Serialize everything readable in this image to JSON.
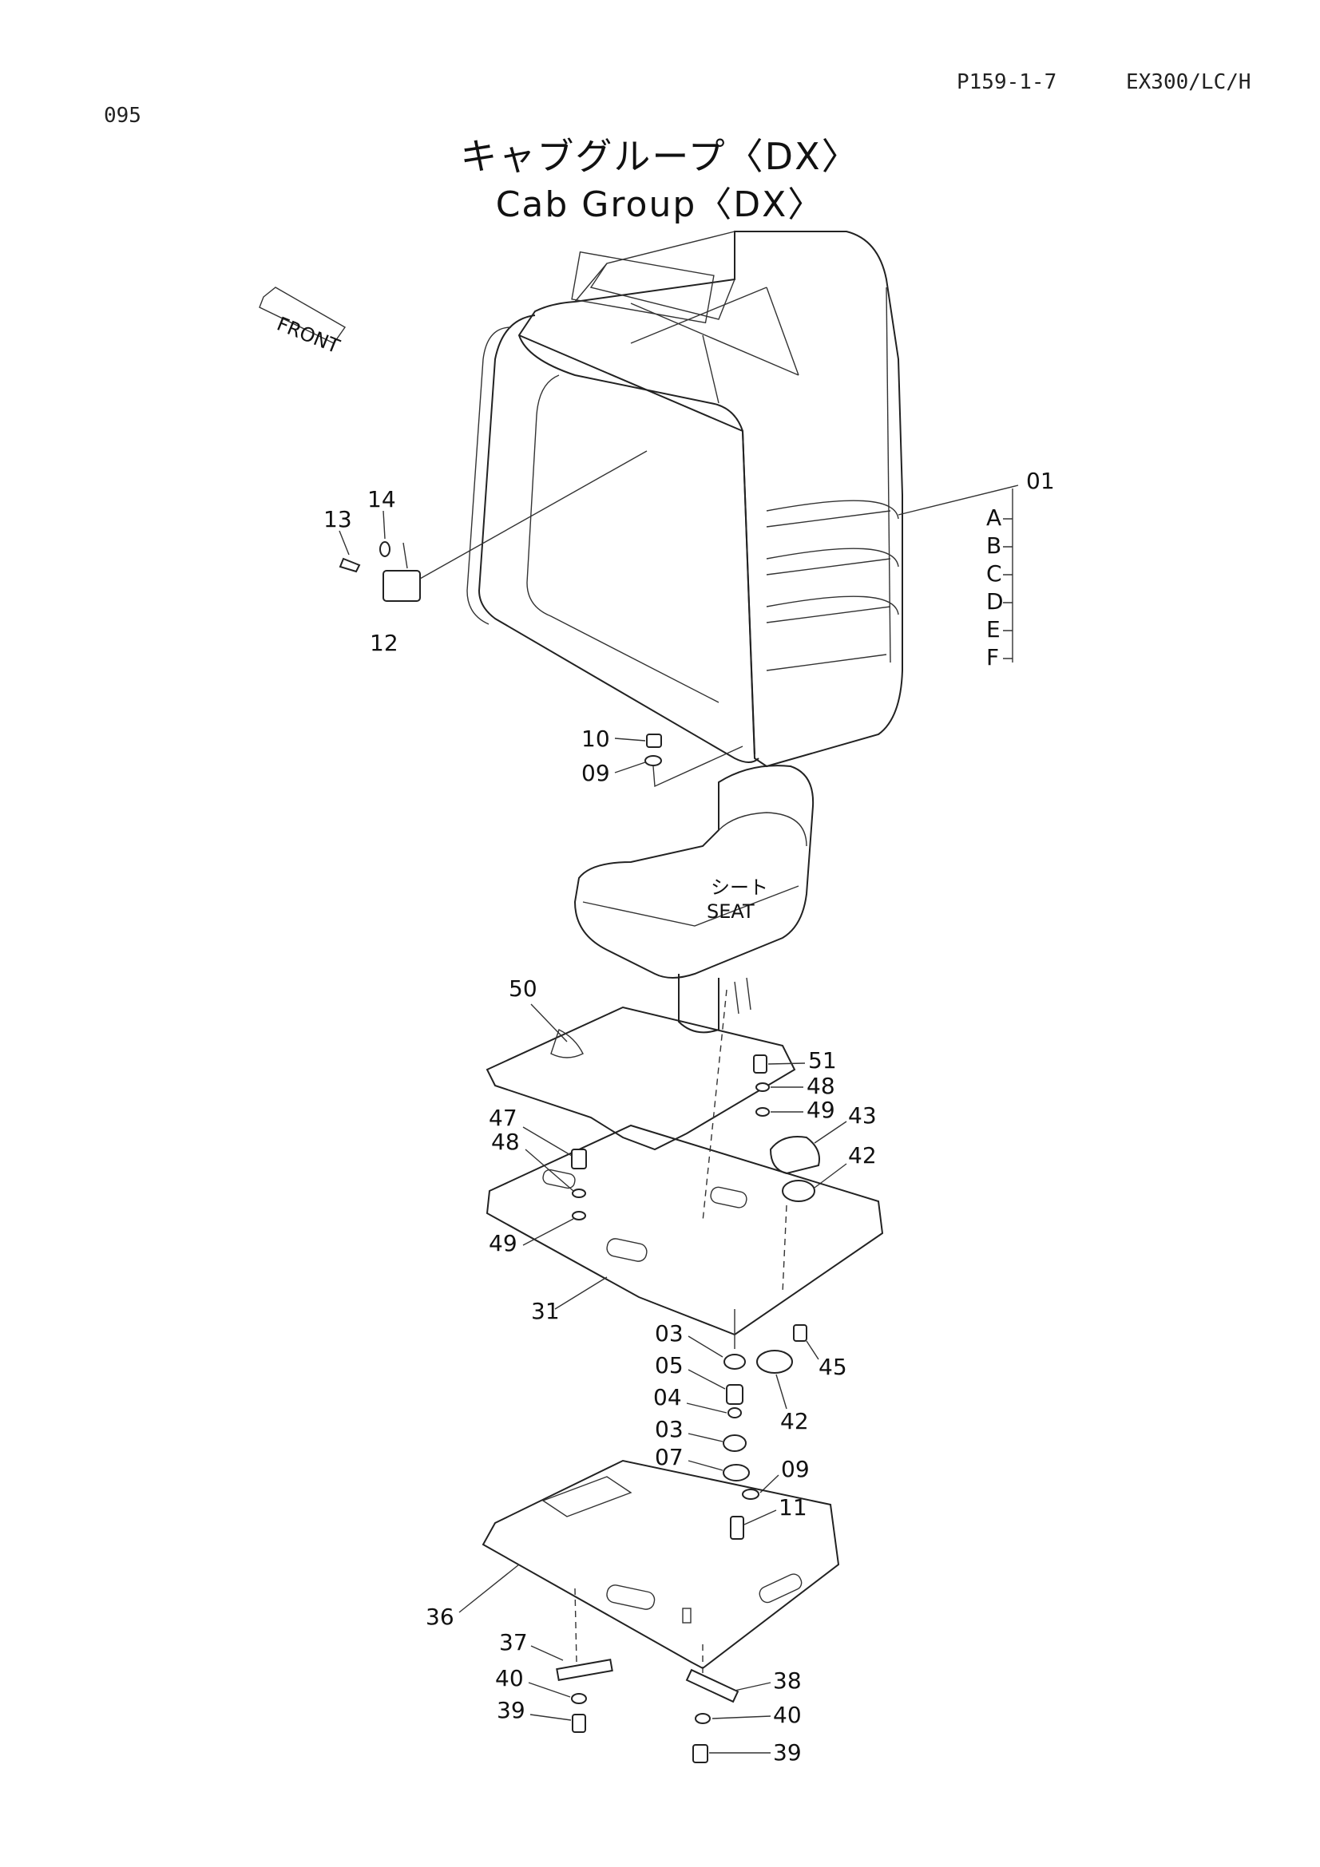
{
  "header": {
    "page_number": "095",
    "page_code": "P159-1-7",
    "model": "EX300/LC/H"
  },
  "title": {
    "ja": "キャブグループ〈DX〉",
    "en": "Cab Group〈DX〉"
  },
  "diagram": {
    "front_label": "FRONT",
    "seat_label_ja": "シート",
    "seat_label_en": "SEAT",
    "variants": [
      "A",
      "B",
      "C",
      "D",
      "E",
      "F"
    ],
    "parts": {
      "p01": "01",
      "p03a": "03",
      "p03b": "03",
      "p04": "04",
      "p05": "05",
      "p07": "07",
      "p09a": "09",
      "p09b": "09",
      "p10": "10",
      "p11": "11",
      "p12": "12",
      "p13": "13",
      "p14": "14",
      "p31": "31",
      "p36": "36",
      "p37": "37",
      "p38": "38",
      "p39a": "39",
      "p39b": "39",
      "p40a": "40",
      "p40b": "40",
      "p42a": "42",
      "p42b": "42",
      "p43": "43",
      "p45": "45",
      "p47": "47",
      "p48a": "48",
      "p48b": "48",
      "p49a": "49",
      "p49b": "49",
      "p50": "50",
      "p51": "51"
    }
  }
}
